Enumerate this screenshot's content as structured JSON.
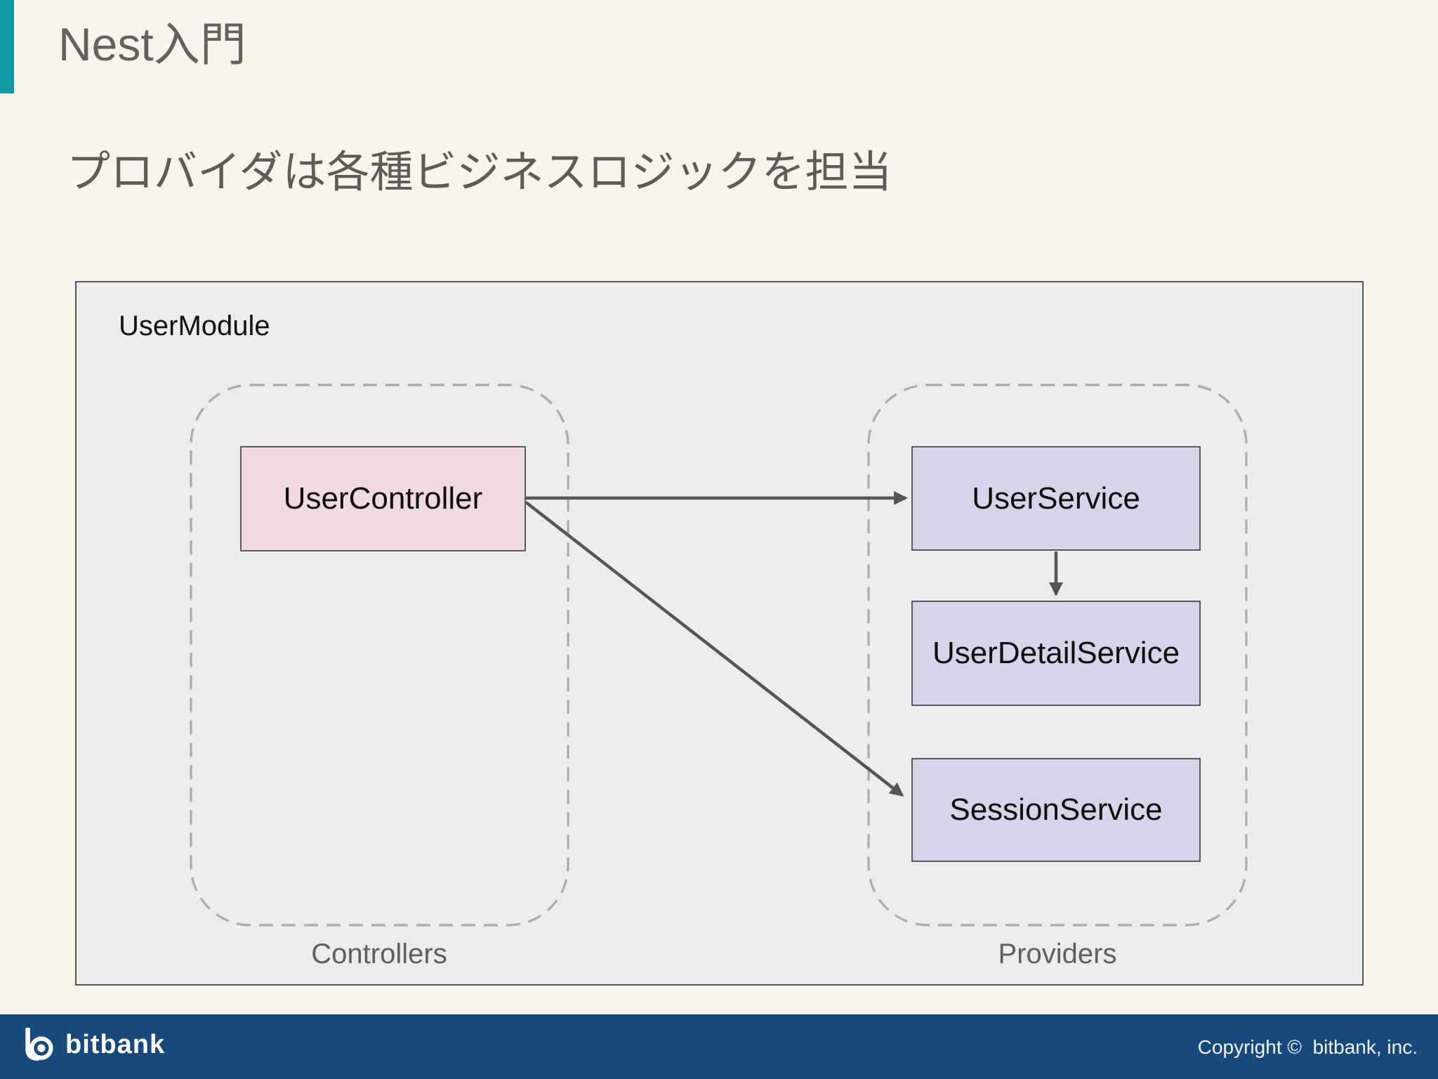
{
  "slide": {
    "title": "Nest入門",
    "subtitle": "プロバイダは各種ビジネスロジックを担当",
    "accent_color": "#1498a8",
    "background_color": "#f8f5ec"
  },
  "diagram": {
    "module_label": "UserModule",
    "module_fill": "#ececec",
    "groups": [
      {
        "label": "Controllers"
      },
      {
        "label": "Providers"
      }
    ],
    "nodes": {
      "user_controller": "UserController",
      "user_service": "UserService",
      "user_detail_service": "UserDetailService",
      "session_service": "SessionService"
    },
    "node_colors": {
      "controller_fill": "#f0d9e1",
      "provider_fill": "#d8d3e9"
    },
    "edges": [
      {
        "from": "UserController",
        "to": "UserService"
      },
      {
        "from": "UserController",
        "to": "SessionService"
      },
      {
        "from": "UserService",
        "to": "UserDetailService"
      }
    ],
    "edge_color": "#555557",
    "dashed_border_color": "#ababab"
  },
  "footer": {
    "brand": "bitbank",
    "copyright": "Copyright ©  bitbank, inc.",
    "background": "#17497c"
  }
}
